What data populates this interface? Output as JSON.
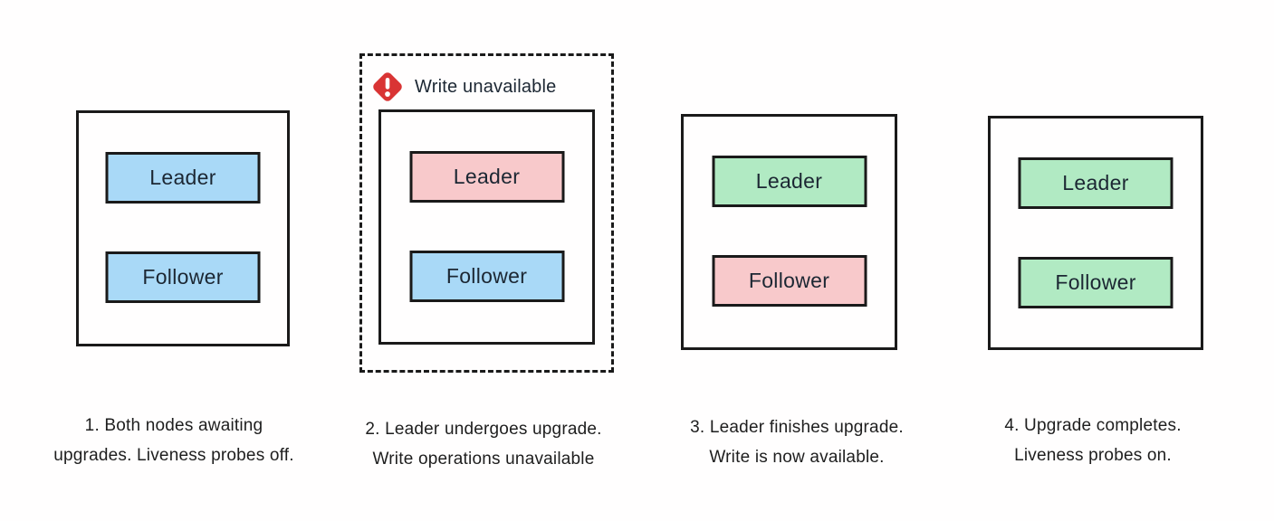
{
  "alert": {
    "label": "Write unavailable",
    "color": "#D93434",
    "icon": "alert-diamond-icon"
  },
  "palette": {
    "pending_blue": "#A9D9F7",
    "upgrading_pink": "#F8C9CB",
    "upgraded_green": "#B1EAC3",
    "outline": "#1A1A1A"
  },
  "stages": [
    {
      "number": "1",
      "leader": {
        "label": "Leader",
        "state": "pending",
        "color": "#A9D9F7"
      },
      "follower": {
        "label": "Follower",
        "state": "pending",
        "color": "#A9D9F7"
      },
      "caption_line1": "1. Both nodes awaiting",
      "caption_line2": "upgrades. Liveness probes off."
    },
    {
      "number": "2",
      "leader": {
        "label": "Leader",
        "state": "upgrading",
        "color": "#F8C9CB"
      },
      "follower": {
        "label": "Follower",
        "state": "pending",
        "color": "#A9D9F7"
      },
      "caption_line1": "2. Leader undergoes upgrade.",
      "caption_line2": "Write operations unavailable"
    },
    {
      "number": "3",
      "leader": {
        "label": "Leader",
        "state": "upgraded",
        "color": "#B1EAC3"
      },
      "follower": {
        "label": "Follower",
        "state": "upgrading",
        "color": "#F8C9CB"
      },
      "caption_line1": "3. Leader finishes upgrade.",
      "caption_line2": "Write is now available."
    },
    {
      "number": "4",
      "leader": {
        "label": "Leader",
        "state": "upgraded",
        "color": "#B1EAC3"
      },
      "follower": {
        "label": "Follower",
        "state": "upgraded",
        "color": "#B1EAC3"
      },
      "caption_line1": "4. Upgrade completes.",
      "caption_line2": "Liveness probes on."
    }
  ]
}
